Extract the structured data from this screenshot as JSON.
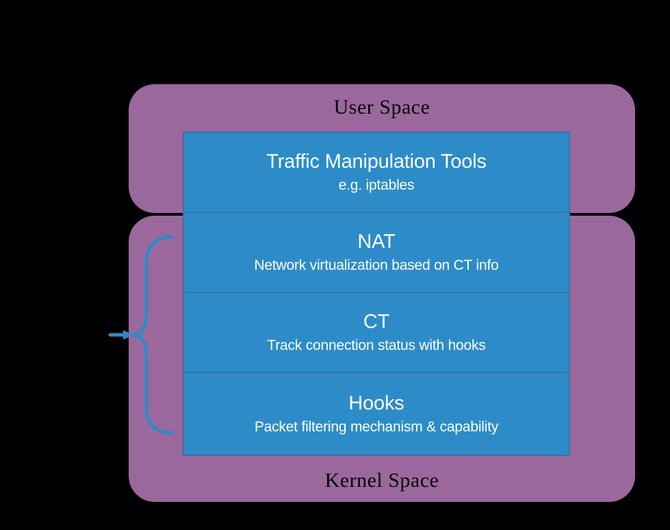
{
  "user_space": {
    "label": "User Space"
  },
  "kernel_space": {
    "label": "Kernel Space"
  },
  "stack": {
    "boxes": [
      {
        "title": "Traffic Manipulation Tools",
        "subtitle": "e.g. iptables"
      },
      {
        "title": "NAT",
        "subtitle": "Network virtualization based on CT info"
      },
      {
        "title": "CT",
        "subtitle": "Track connection status with hooks"
      },
      {
        "title": "Hooks",
        "subtitle": "Packet filtering mechanism & capability"
      }
    ]
  },
  "icons": {
    "brace": "left-curly-brace-icon",
    "arrow": "right-arrow-icon"
  },
  "colors": {
    "background": "#000000",
    "space_fill": "#9b689d",
    "box_fill": "#2d8cc8",
    "box_border": "#40719f",
    "brace_stroke": "#2f8ac5",
    "space_label_text": "#000000",
    "box_text": "#ffffff"
  }
}
